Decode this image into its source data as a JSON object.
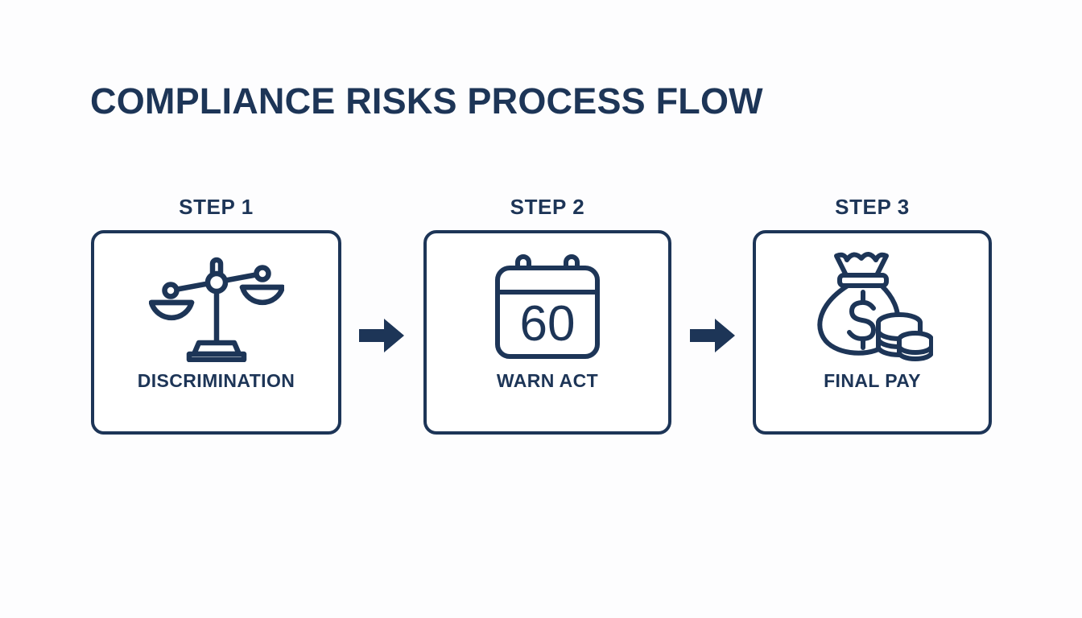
{
  "page": {
    "title": "COMPLIANCE RISKS PROCESS FLOW",
    "background_color": "#fdfdfe",
    "accent_color": "#1d3557"
  },
  "flow": {
    "connector_icon": "right-arrow-icon",
    "steps": [
      {
        "step_label": "STEP 1",
        "icon": "balance-scales-icon",
        "label": "DISCRIMINATION"
      },
      {
        "step_label": "STEP 2",
        "icon": "calendar-60-icon",
        "icon_text": "60",
        "label": "WARN ACT"
      },
      {
        "step_label": "STEP 3",
        "icon": "money-bag-coins-icon",
        "icon_text": "$",
        "label": "FINAL PAY"
      }
    ]
  }
}
